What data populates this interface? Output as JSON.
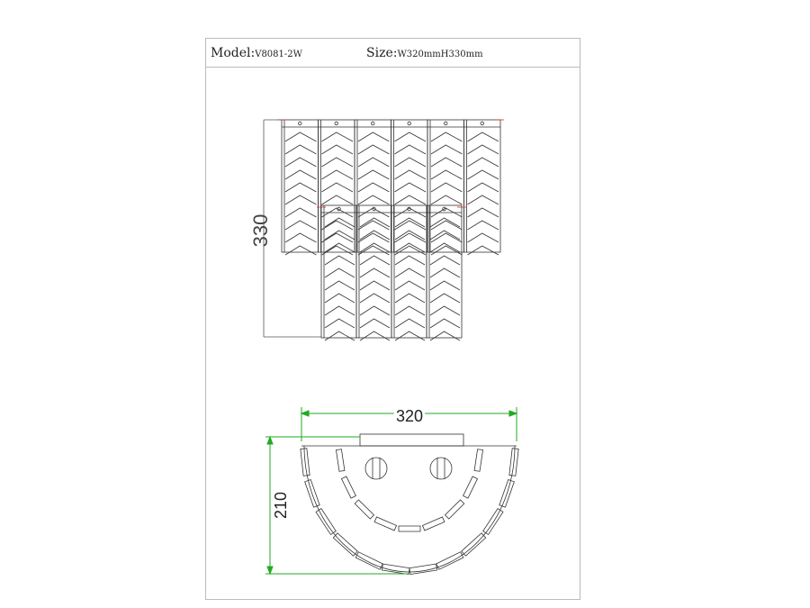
{
  "header": {
    "model_label": "Model:",
    "model_value": "V8081-2W",
    "size_label": "Size:",
    "size_value": "W320mmH330mm"
  },
  "dimensions": {
    "height": "330",
    "width": "320",
    "depth": "210"
  },
  "colors": {
    "line": "#333333",
    "dimension": "#22aa22",
    "marker": "#cc3333"
  }
}
